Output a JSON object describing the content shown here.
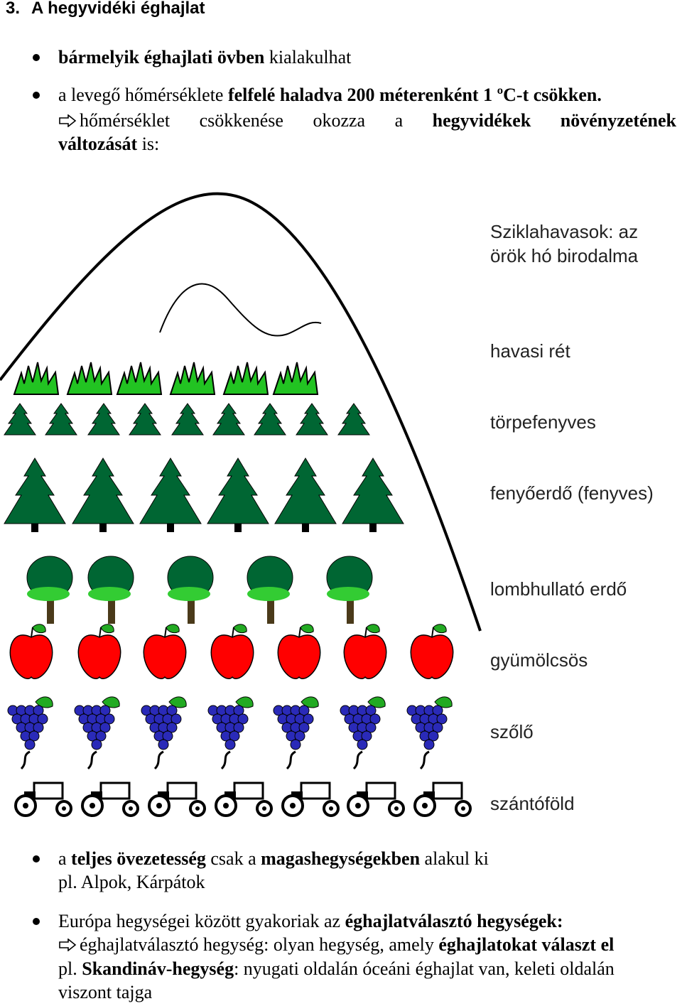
{
  "heading": {
    "number": "3.",
    "text": "A hegyvidéki éghajlat"
  },
  "bullets_top": [
    {
      "bold": "bármelyik éghajlati övben",
      "rest": " kialakulhat"
    },
    {
      "pre": "a levegő hőmérséklete ",
      "bold": "felfelé haladva 200 méterenként 1 ºC-t csökken."
    }
  ],
  "arrow_line": {
    "pre": "hőmérséklet csökkenése okozza a ",
    "bold": "hegyvidékek növényzetének",
    "bold2": "változását",
    "rest": " is:"
  },
  "zones": {
    "z1_line1": "Sziklahavasok: az",
    "z1_line2": "örök hó birodalma",
    "z2": "havasi rét",
    "z3": "törpefenyves",
    "z4": "fenyőerdő (fenyves)",
    "z5": "lombhullató erdő",
    "z6": "gyümölcsös",
    "z7": "szőlő",
    "z8": "szántóföld"
  },
  "bullets_bottom": {
    "b1_pre": "a ",
    "b1_bold1": "teljes övezetesség",
    "b1_mid": " csak a ",
    "b1_bold2": "magashegységekben",
    "b1_rest": " alakul ki",
    "b1_line2": "pl. Alpok, Kárpátok",
    "b2_pre": "Európa hegységei között gyakoriak az ",
    "b2_bold": "éghajlatválasztó hegységek:",
    "b2_arrow_pre": "éghajlatválasztó hegység: olyan hegység, amely ",
    "b2_arrow_bold": "éghajlatokat választ el",
    "b2_l3_pre": "pl. ",
    "b2_l3_bold": "Skandináv-hegység",
    "b2_l3_rest": ": nyugati oldalán óceáni éghajlat van, keleti oldalán",
    "b2_l4": "viszont tajga"
  },
  "colors": {
    "grass": "#22c322",
    "conifer": "#006633",
    "tree_light": "#33cc33",
    "apple": "#ff0000",
    "grape": "#2a2ab8",
    "leaf": "#22aa22"
  }
}
